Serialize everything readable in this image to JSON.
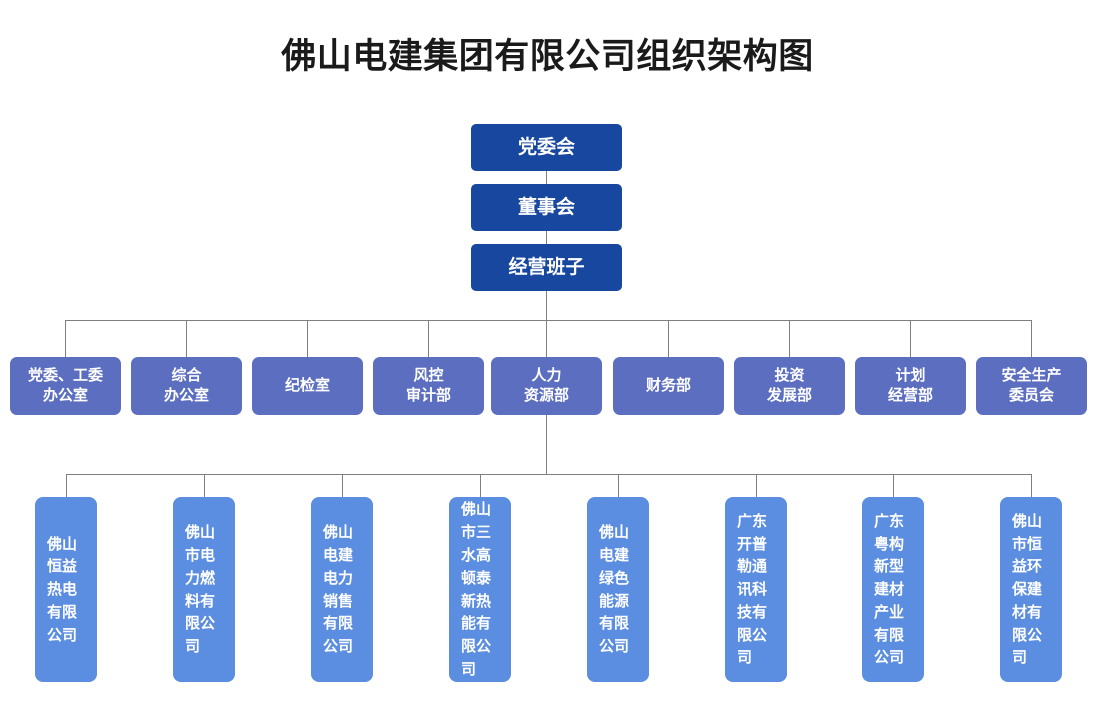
{
  "title": "佛山电建集团有限公司组织架构图",
  "colors": {
    "executive": "#17479e",
    "department": "#5b6ec0",
    "subsidiary": "#5b8de0",
    "connector": "#7f7f7f",
    "background": "#ffffff",
    "title_text": "#1a1a1a",
    "node_text": "#ffffff"
  },
  "chart_data": {
    "type": "diagram",
    "diagram_type": "organization-chart",
    "title": "佛山电建集团有限公司组织架构图",
    "levels": [
      {
        "name": "executive",
        "nodes": [
          "党委会",
          "董事会",
          "经营班子"
        ]
      },
      {
        "name": "departments",
        "nodes": [
          "党委、工委办公室",
          "综合办公室",
          "纪检室",
          "风控审计部",
          "人力资源部",
          "财务部",
          "投资发展部",
          "计划经营部",
          "安全生产委员会"
        ]
      },
      {
        "name": "subsidiaries",
        "nodes": [
          "佛山恒益热电有限公司",
          "佛山市电力燃料有限公司",
          "佛山电建电力销售有限公司",
          "佛山市三水高顿泰新热能有限公司",
          "佛山电建绿色能源有限公司",
          "广东开普勒通讯科技有限公司",
          "广东粤构新型建材产业有限公司",
          "佛山市恒益环保建材有限公司"
        ]
      }
    ]
  },
  "executive": [
    {
      "label": "党委会"
    },
    {
      "label": "董事会"
    },
    {
      "label": "经营班子"
    }
  ],
  "departments": [
    {
      "label": "党委、工委\n办公室"
    },
    {
      "label": "综合\n办公室"
    },
    {
      "label": "纪检室"
    },
    {
      "label": "风控\n审计部"
    },
    {
      "label": "人力\n资源部"
    },
    {
      "label": "财务部"
    },
    {
      "label": "投资\n发展部"
    },
    {
      "label": "计划\n经营部"
    },
    {
      "label": "安全生产\n委员会"
    }
  ],
  "subsidiaries": [
    {
      "label": "佛山恒益热电有限公司"
    },
    {
      "label": "佛山市电力燃料有限公司"
    },
    {
      "label": "佛山电建电力销售有限公司"
    },
    {
      "label": "佛山市三水高顿泰新热能有限公司"
    },
    {
      "label": "佛山电建绿色能源有限公司"
    },
    {
      "label": "广东开普勒通讯科技有限公司"
    },
    {
      "label": "广东粤构新型建材产业有限公司"
    },
    {
      "label": "佛山市恒益环保建材有限公司"
    }
  ]
}
